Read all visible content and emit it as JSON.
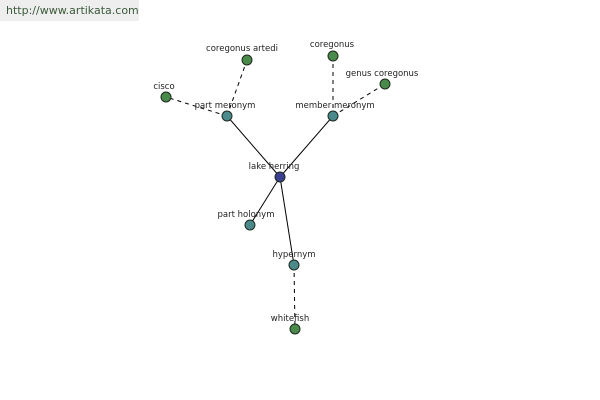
{
  "header": {
    "url": "http://www.artikata.com"
  },
  "colors": {
    "center": "#3b3f8f",
    "relation": "#4a8a8a",
    "leaf": "#4a8a4a",
    "line": "#000000"
  },
  "graph": {
    "nodes": [
      {
        "id": "lake-herring",
        "label": "lake herring",
        "kind": "center"
      },
      {
        "id": "part-meronym",
        "label": "part meronym",
        "kind": "relation"
      },
      {
        "id": "member-meronym",
        "label": "member meronym",
        "kind": "relation"
      },
      {
        "id": "part-holonym",
        "label": "part holonym",
        "kind": "relation"
      },
      {
        "id": "hypernym",
        "label": "hypernym",
        "kind": "relation"
      },
      {
        "id": "coregonus-artedi",
        "label": "coregonus artedi",
        "kind": "leaf"
      },
      {
        "id": "cisco",
        "label": "cisco",
        "kind": "leaf"
      },
      {
        "id": "coregonus",
        "label": "coregonus",
        "kind": "leaf"
      },
      {
        "id": "genus-coregonus",
        "label": "genus coregonus",
        "kind": "leaf"
      },
      {
        "id": "whitefish",
        "label": "whitefish",
        "kind": "leaf"
      }
    ],
    "edges": [
      {
        "from": "lake-herring",
        "to": "part-meronym",
        "style": "solid"
      },
      {
        "from": "lake-herring",
        "to": "member-meronym",
        "style": "solid"
      },
      {
        "from": "lake-herring",
        "to": "part-holonym",
        "style": "solid"
      },
      {
        "from": "lake-herring",
        "to": "hypernym",
        "style": "solid"
      },
      {
        "from": "part-meronym",
        "to": "coregonus-artedi",
        "style": "dashed"
      },
      {
        "from": "part-meronym",
        "to": "cisco",
        "style": "dashed"
      },
      {
        "from": "member-meronym",
        "to": "coregonus",
        "style": "dashed"
      },
      {
        "from": "member-meronym",
        "to": "genus-coregonus",
        "style": "dashed"
      },
      {
        "from": "hypernym",
        "to": "whitefish",
        "style": "dashed"
      }
    ]
  }
}
